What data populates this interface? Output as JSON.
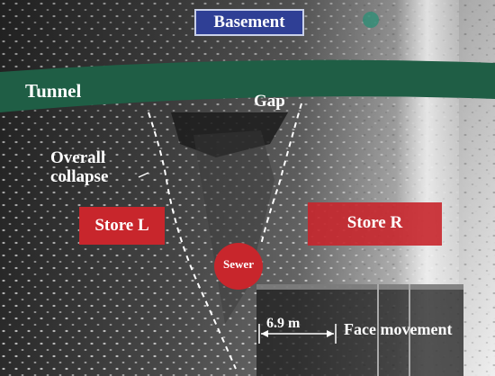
{
  "labels": {
    "basement": "Basement",
    "tunnel": "Tunnel",
    "gap": "Gap",
    "overall_collapse_line1": "Overall",
    "overall_collapse_line2": "collapse",
    "store_left": "Store L",
    "store_right": "Store R",
    "sewer": "Sewer",
    "distance": "6.9 m",
    "face_movement": "Face movement"
  },
  "colors": {
    "tunnel_band": "#1f5e45",
    "store_block": "#c8262c",
    "sewer_pipe": "#c8262c",
    "basement_box": "#2f3f95",
    "annotation": "#ffffff"
  }
}
